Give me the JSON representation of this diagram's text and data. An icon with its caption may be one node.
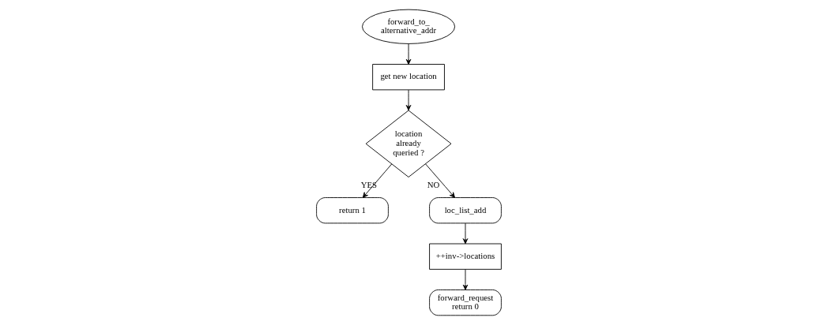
{
  "diagram": {
    "nodes": [
      {
        "text": [
          "forward_to_ alternative_addr"
        ]
      },
      {
        "text": [
          "get new location"
        ]
      },
      {
        "text": [
          "location already queried ?"
        ]
      },
      {
        "text": [
          "return 1"
        ]
      },
      {
        "text": [
          "loc_list_add"
        ]
      },
      {
        "text": [
          "++inv->locations"
        ]
      },
      {
        "text": [
          "forward_request return 0"
        ]
      }
    ],
    "edges": [
      {
        "from": 0,
        "to": 1,
        "arrow": "to"
      },
      {
        "from": 1,
        "to": 2,
        "arrow": "to"
      },
      {
        "from": 2,
        "to": 3,
        "arrow": "to",
        "label": "YES"
      },
      {
        "from": 2,
        "to": 4,
        "arrow": "to",
        "label": "NO"
      },
      {
        "from": 4,
        "to": 5,
        "arrow": "to"
      },
      {
        "from": 5,
        "to": 6,
        "arrow": "to"
      }
    ]
  }
}
